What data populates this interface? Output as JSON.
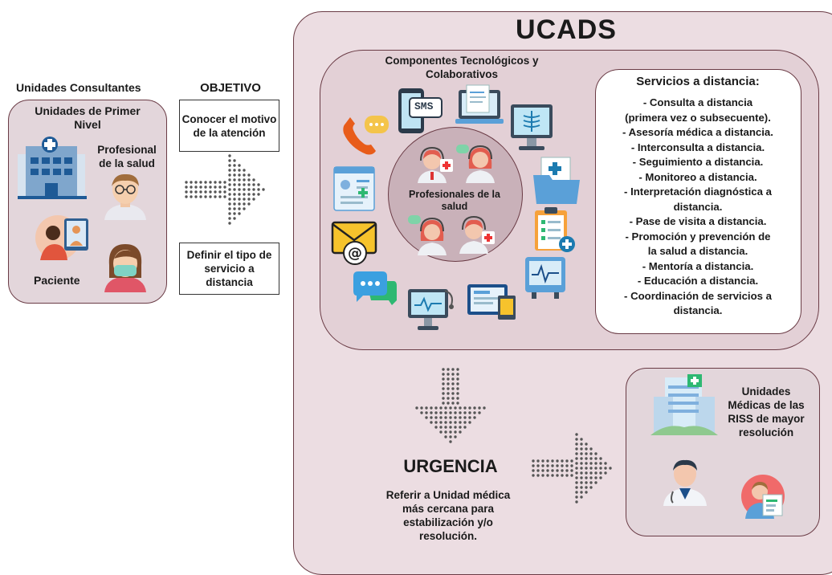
{
  "left": {
    "header": "Unidades Consultantes",
    "box_title": "Unidades de Primer Nivel",
    "professional_label": "Profesional de la salud",
    "patient_label": "Paciente"
  },
  "objective": {
    "title": "OBJETIVO",
    "box1": "Conocer el motivo de la atención",
    "box2": "Definir el tipo de servicio a distancia"
  },
  "ucads": {
    "title": "UCADS",
    "components_title": "Componentes Tecnológicos y Colaborativos",
    "center_label": "Profesionales de la salud",
    "sms_label": "SMS",
    "services": {
      "title": "Servicios a distancia:",
      "items": [
        "- Consulta a distancia",
        "(primera vez o subsecuente).",
        "- Asesoría médica a distancia.",
        "- Interconsulta a distancia.",
        "- Seguimiento a distancia.",
        "- Monitoreo a distancia.",
        "- Interpretación diagnóstica a",
        "distancia.",
        "- Pase de visita a distancia.",
        "- Promoción y prevención de",
        "la salud a distancia.",
        "- Mentoría a distancia.",
        "- Educación a distancia.",
        "- Coordinación de servicios a",
        "distancia."
      ]
    },
    "urgency": {
      "title": "URGENCIA",
      "text": "Referir a Unidad médica más cercana para estabilización y/o resolución."
    },
    "riss_label": "Unidades Médicas de las RISS de mayor resolución"
  },
  "colors": {
    "panel_fill": "#e3d6db",
    "panel_border": "#6a3b45",
    "ucads_fill": "#ecdde2",
    "arrow_dots": "#555555",
    "circle_fill": "#c9b1b9"
  }
}
